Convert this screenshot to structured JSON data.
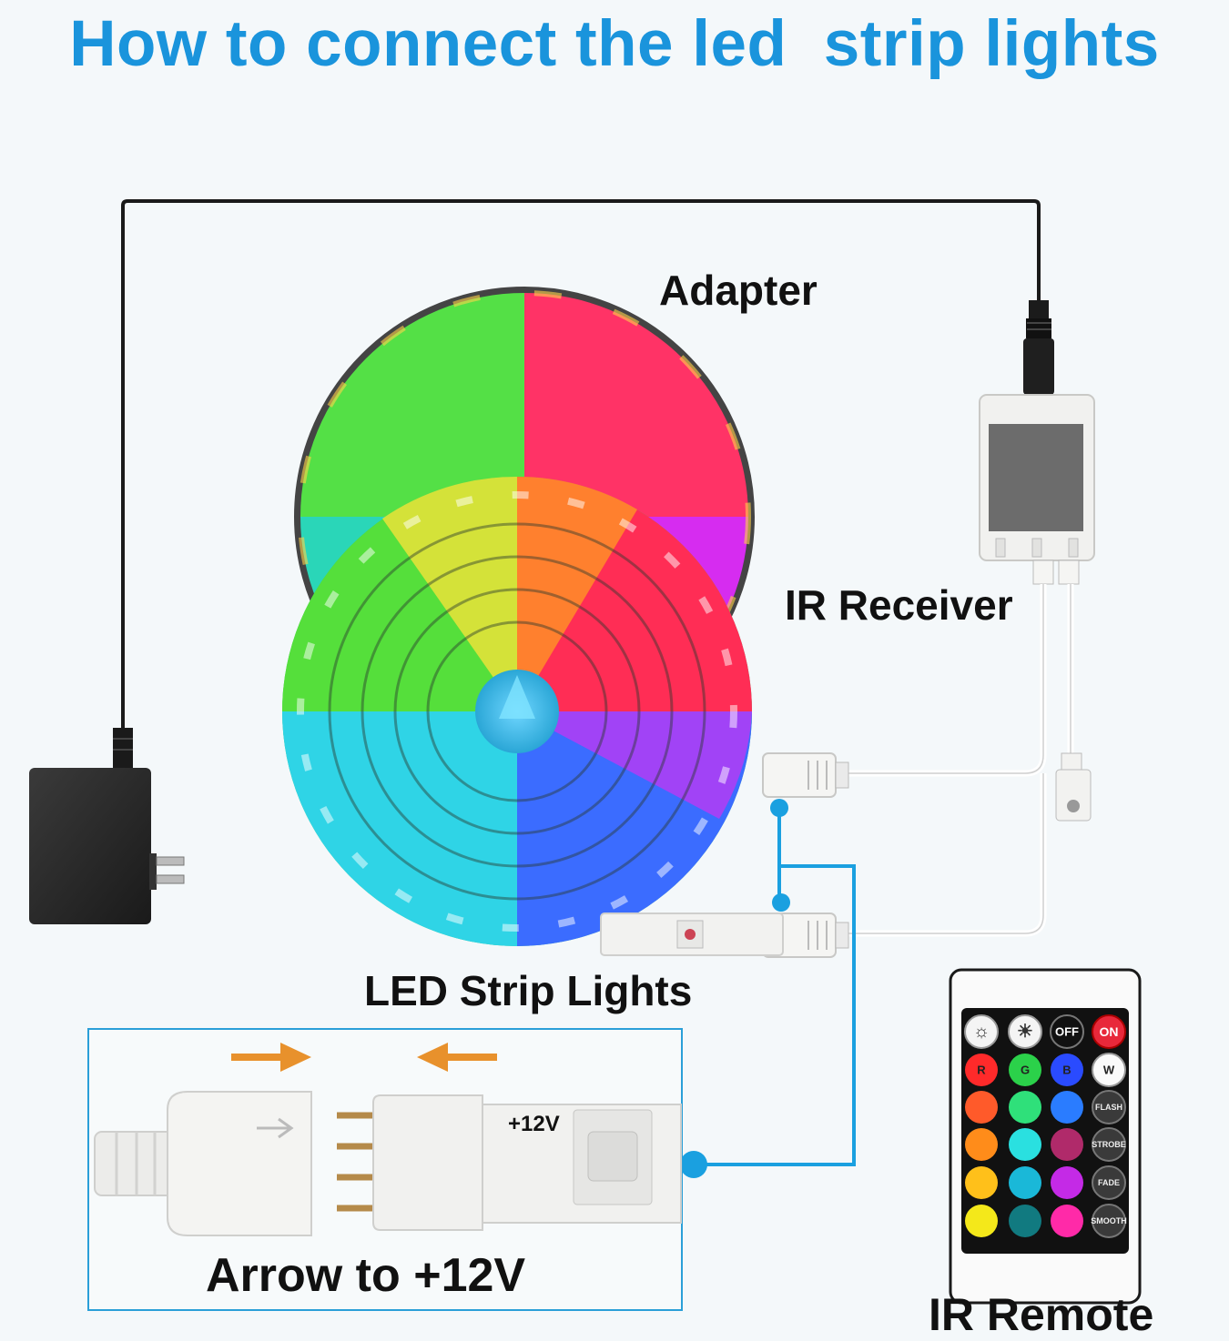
{
  "title": "How to connect the led  strip lights",
  "labels": {
    "adapter": "Adapter",
    "ir_receiver": "IR Receiver",
    "led_strip_lights": "LED Strip Lights",
    "arrow_to_12v": "Arrow to +12V",
    "ir_remote": "IR Remote",
    "plus_12v": "+12V"
  },
  "remote": {
    "top_row": [
      "brightness-down-icon",
      "brightness-up-icon",
      "OFF",
      "ON"
    ],
    "color_row_labels": [
      "R",
      "G",
      "B",
      "W"
    ],
    "side_buttons": [
      "FLASH",
      "STROBE",
      "FADE",
      "SMOOTH"
    ]
  },
  "colors": {
    "title_blue": "#1a94dc",
    "wire_blue": "#1aa0e0",
    "inset_border": "#2a9fd8",
    "arrow_orange": "#e8912c"
  }
}
